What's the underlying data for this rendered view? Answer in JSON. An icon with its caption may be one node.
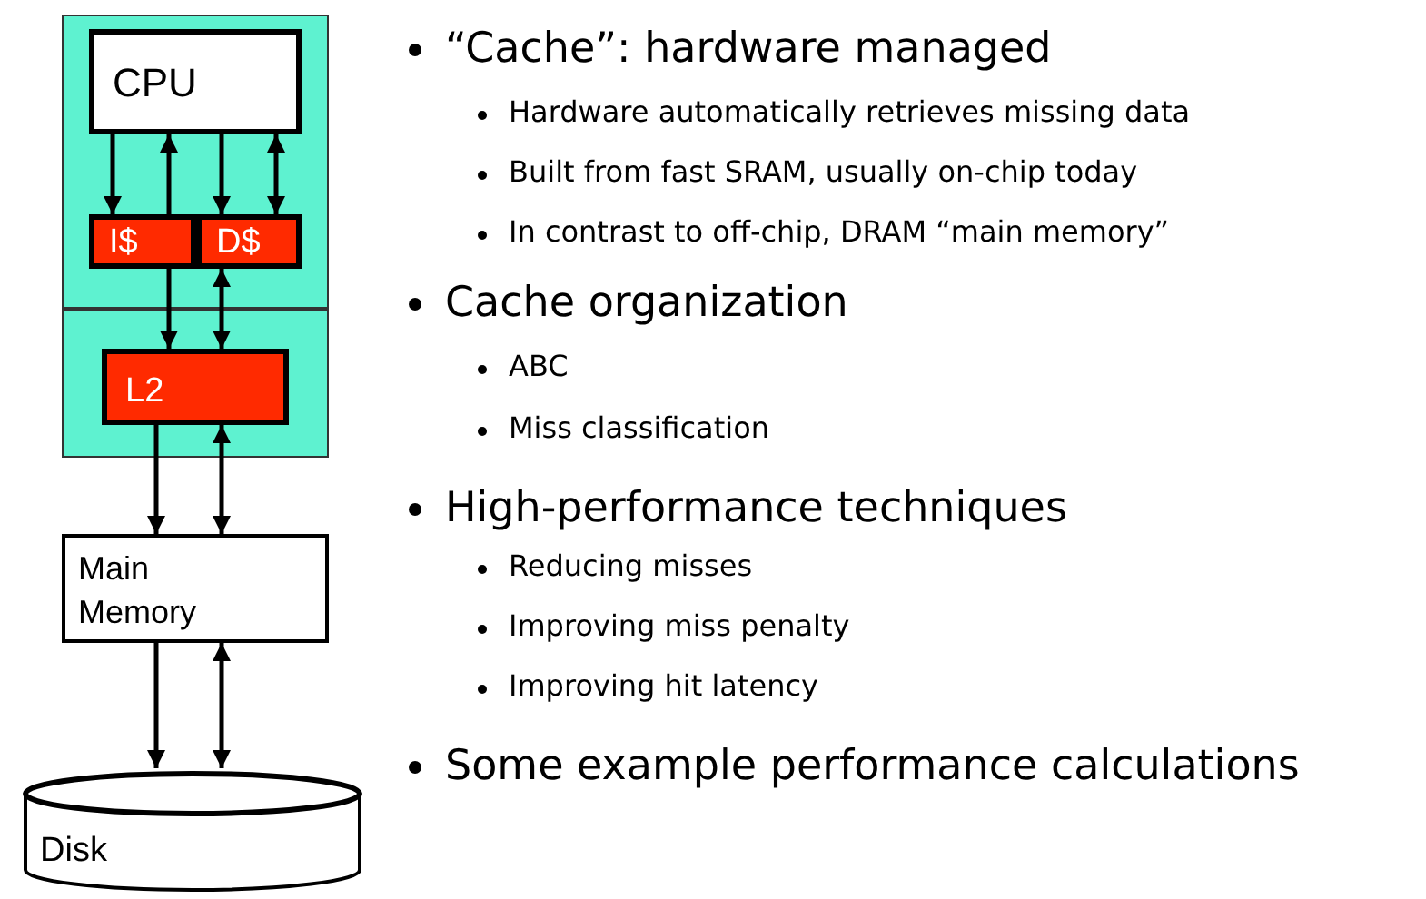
{
  "diagram": {
    "nodes": [
      {
        "text": [],
        "shape": "box"
      },
      {
        "text": [
          "CPU"
        ],
        "in": 0
      },
      {
        "text": [
          "I$"
        ],
        "in": 0
      },
      {
        "text": [
          "D$"
        ],
        "in": 0
      },
      {
        "text": [],
        "shape": "box"
      },
      {
        "text": [
          "L2"
        ],
        "in": 4
      },
      {
        "text": [
          "Main Memory"
        ]
      },
      {
        "text": [
          "Disk"
        ]
      }
    ],
    "edges": [
      {
        "from": 1,
        "to": 2,
        "arrow": "to"
      },
      {
        "from": 2,
        "to": 1,
        "arrow": "to"
      },
      {
        "from": 1,
        "to": 3,
        "arrow": "to"
      },
      {
        "from": 1,
        "to": 3,
        "arrow": "both"
      },
      {
        "from": 2,
        "to": 5,
        "arrow": "to"
      },
      {
        "from": 3,
        "to": 5,
        "arrow": "both"
      },
      {
        "from": 5,
        "to": 6,
        "arrow": "to"
      },
      {
        "from": 5,
        "to": 6,
        "arrow": "both"
      },
      {
        "from": 6,
        "to": 7,
        "arrow": "to"
      },
      {
        "from": 6,
        "to": 7,
        "arrow": "both"
      }
    ],
    "labels": [
      "“Cache”: hardware managed",
      "Hardware automatically retrieves missing data",
      "Built from fast SRAM, usually on-chip today",
      "In contrast to off-chip, DRAM “main memory”",
      "Cache organization",
      "ABC",
      "Miss classification",
      "High-performance techniques",
      "Reducing misses",
      "Improving miss penalty",
      "Improving hit latency",
      "Some example performance calculations"
    ]
  }
}
